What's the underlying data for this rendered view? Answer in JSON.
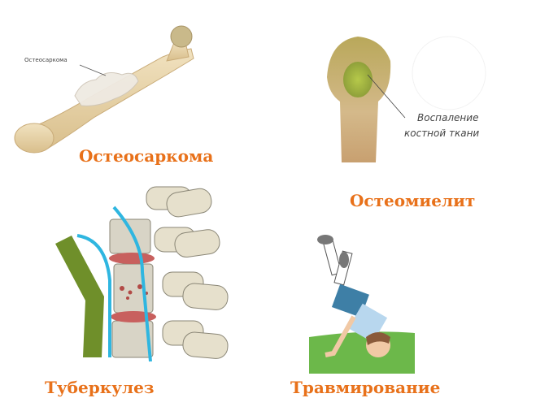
{
  "panels": [
    {
      "id": "osteosarcoma",
      "caption": "Остеосаркома",
      "callout": "Остеосаркома"
    },
    {
      "id": "osteomyelitis",
      "caption": "Остеомиелит",
      "callout_line1": "Воспаление",
      "callout_line2": "костной ткани"
    },
    {
      "id": "tuberculosis",
      "caption": "Туберкулез"
    },
    {
      "id": "trauma",
      "caption": "Травмирование"
    }
  ],
  "colors": {
    "caption": "#e8711a",
    "bone": "#e9d6ad",
    "spine_line": "#2fb6e0",
    "posture_bar": "#6f8f2a",
    "disc": "#c8605e",
    "grass": "#6cb84a",
    "inflammation": "#a8b83a"
  }
}
